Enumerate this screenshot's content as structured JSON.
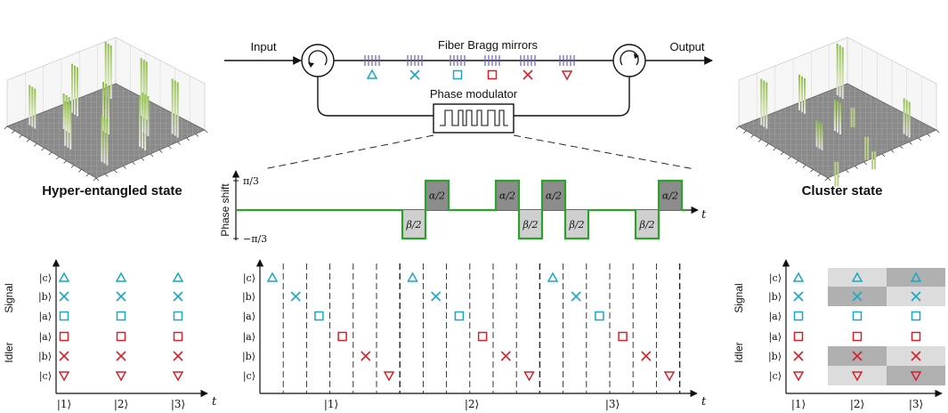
{
  "titles": {
    "hyper": "Hyper-entangled state",
    "cluster": "Cluster state"
  },
  "setup": {
    "input": "Input",
    "output": "Output",
    "mirrors": "Fiber Bragg mirrors",
    "modulator": "Phase modulator"
  },
  "phase_plot": {
    "ylabel": "Phase shift",
    "ytick_top": "π/3",
    "ytick_bottom": "−π/3",
    "xlabel": "t",
    "pulse_alpha": "α/2",
    "pulse_beta": "β/2",
    "sequence": [
      "β/2",
      "α/2",
      "α/2",
      "β/2",
      "α/2",
      "β/2",
      "β/2",
      "α/2"
    ]
  },
  "modes": {
    "signal_label": "Signal",
    "idler_label": "Idler",
    "rows": [
      "|c⟩",
      "|b⟩",
      "|a⟩",
      "|a⟩",
      "|b⟩",
      "|c⟩"
    ],
    "bins": [
      "|1⟩",
      "|2⟩",
      "|3⟩"
    ],
    "t_axis": "t"
  },
  "colors": {
    "signal": "#1aa7c7",
    "idler": "#d6202c",
    "green": "#2ea02e",
    "pulse_alpha_fill": "#8c8c8c",
    "pulse_beta_fill": "#cfcfcf"
  },
  "icons": [
    "triangle-up-icon",
    "cross-icon",
    "square-icon",
    "square-icon",
    "cross-icon",
    "triangle-down-icon"
  ]
}
